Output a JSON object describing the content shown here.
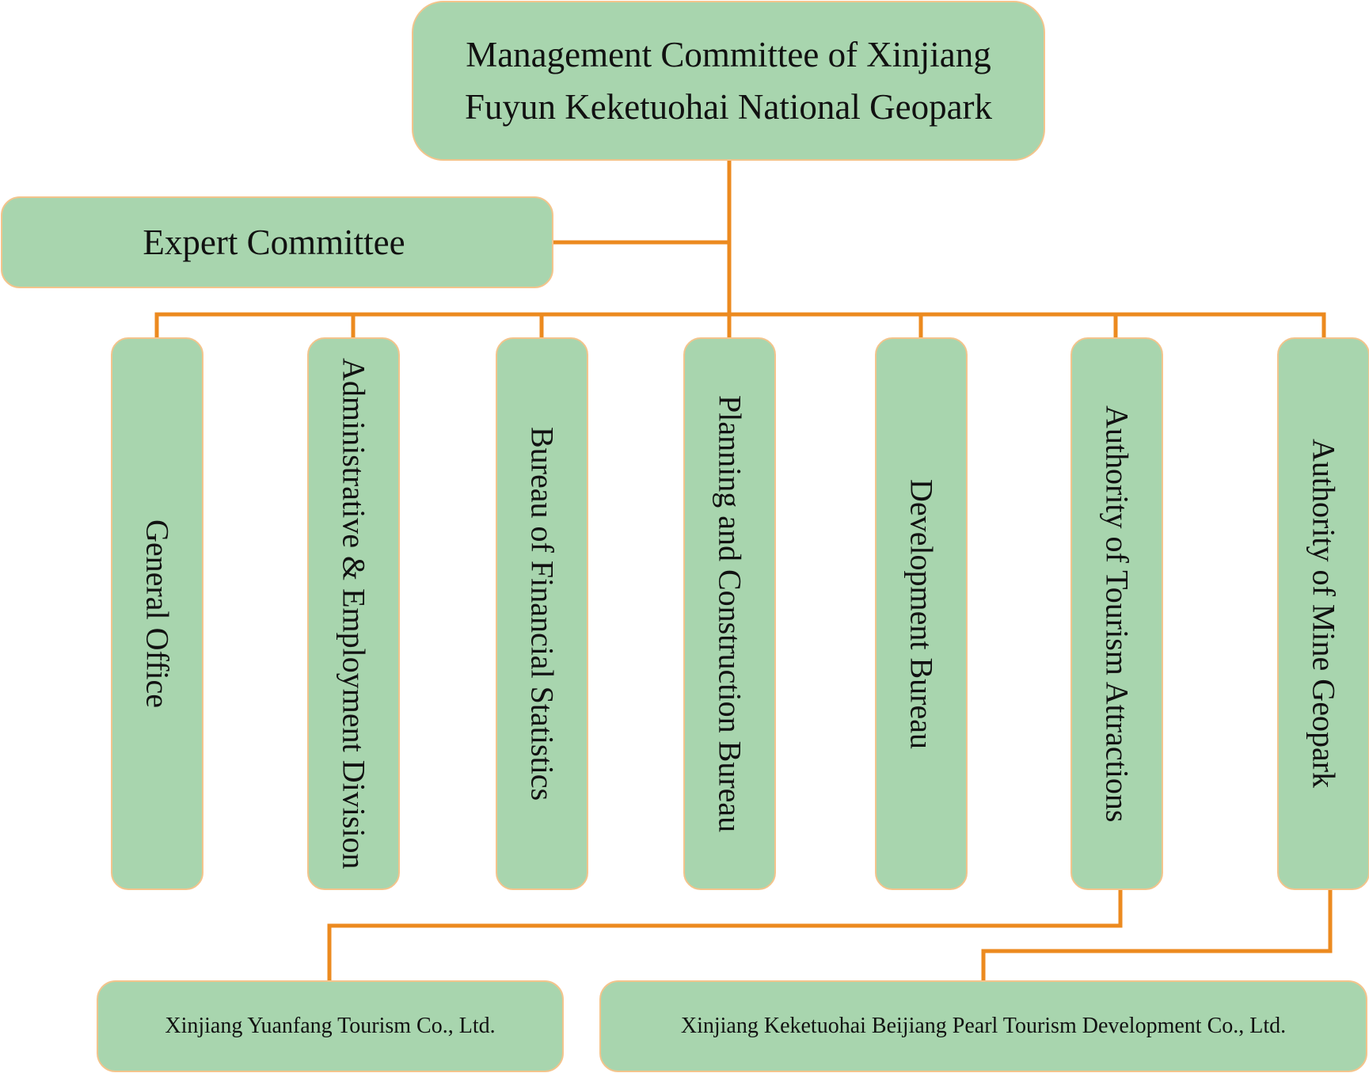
{
  "diagram": {
    "type": "organization-chart",
    "colors": {
      "node_fill": "#a8d5ae",
      "node_border": "#f3c48c",
      "connector": "#ec8a1f"
    },
    "root": {
      "label_line1": "Management Committee of Xinjiang",
      "label_line2": "Fuyun Keketuohai National Geopark"
    },
    "advisory": {
      "label": "Expert Committee"
    },
    "departments": [
      {
        "label": "General Office"
      },
      {
        "label": "Administrative & Employment Division"
      },
      {
        "label": "Bureau of Financial Statistics"
      },
      {
        "label": "Planning and Construction Bureau"
      },
      {
        "label": "Development Bureau"
      },
      {
        "label": "Authority of Tourism Attractions"
      },
      {
        "label": "Authority of Mine Geopark"
      }
    ],
    "companies": [
      {
        "label": "Xinjiang Yuanfang Tourism Co., Ltd.",
        "parent": "Authority of Tourism Attractions"
      },
      {
        "label": "Xinjiang Keketuohai Beijiang Pearl Tourism Development Co., Ltd.",
        "parent": "Authority of Mine Geopark"
      }
    ]
  }
}
